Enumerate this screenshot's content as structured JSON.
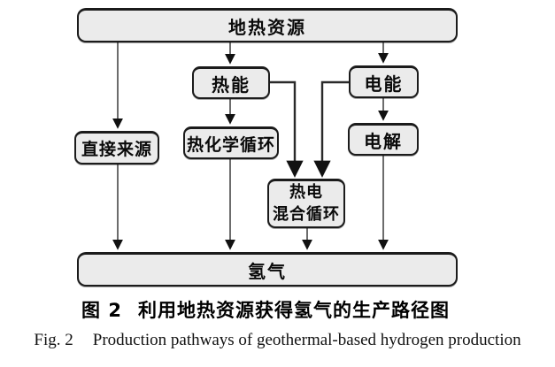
{
  "figure": {
    "caption_zh_prefix": "图 2",
    "caption_zh_title": "利用地热资源获得氢气的生产路径图",
    "caption_en_prefix": "Fig. 2",
    "caption_en_title": "Production pathways of geothermal-based hydrogen production"
  },
  "nodes": {
    "geothermal": {
      "label": "地热资源"
    },
    "thermal": {
      "label": "热能"
    },
    "electric": {
      "label": "电能"
    },
    "direct": {
      "label": "直接来源"
    },
    "thermochem": {
      "label": "热化学循环"
    },
    "electrolysis": {
      "label": "电解"
    },
    "hybrid": {
      "label": "热电\n混合循环"
    },
    "hydrogen": {
      "label": "氢气"
    }
  },
  "edges": [
    {
      "from": "地热资源",
      "to": "直接来源"
    },
    {
      "from": "地热资源",
      "to": "热能"
    },
    {
      "from": "地热资源",
      "to": "电能"
    },
    {
      "from": "热能",
      "to": "热化学循环"
    },
    {
      "from": "热能",
      "to": "热电混合循环"
    },
    {
      "from": "电能",
      "to": "电解"
    },
    {
      "from": "电能",
      "to": "热电混合循环"
    },
    {
      "from": "直接来源",
      "to": "氢气"
    },
    {
      "from": "热化学循环",
      "to": "氢气"
    },
    {
      "from": "热电混合循环",
      "to": "氢气"
    },
    {
      "from": "电解",
      "to": "氢气"
    }
  ],
  "colors": {
    "node_fill": "#ebebeb",
    "node_border": "#1b1b1b",
    "connector": "#3a3a3a",
    "arrowhead": "#111111",
    "background": "#ffffff"
  }
}
